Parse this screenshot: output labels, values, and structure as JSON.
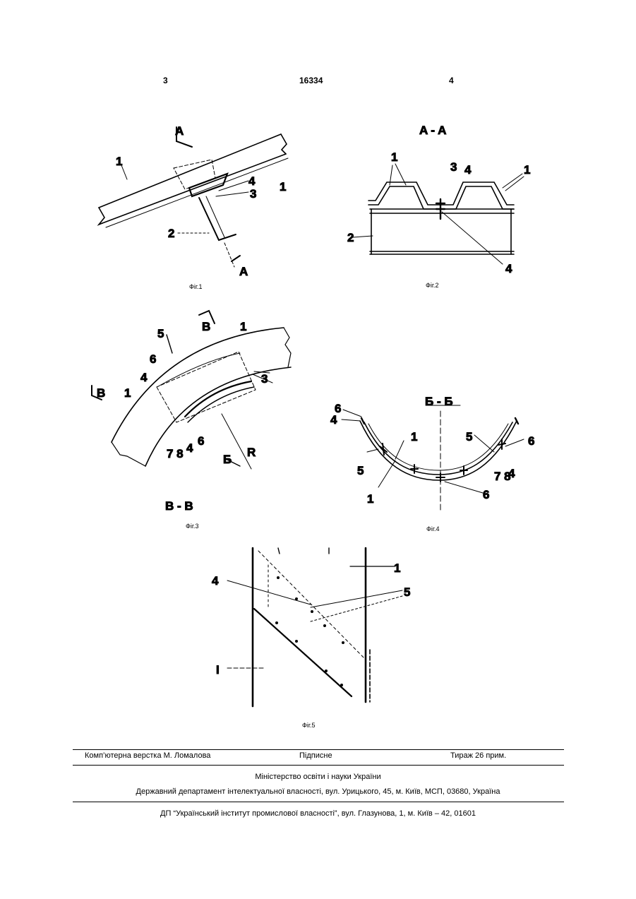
{
  "header": {
    "left_page": "3",
    "patent_number": "16334",
    "right_page": "4"
  },
  "figures": {
    "fig1": {
      "caption": "Фіг.1",
      "section_mark_top": "A",
      "section_mark_bottom": "A",
      "labels": [
        "1",
        "1",
        "2",
        "3",
        "4"
      ]
    },
    "fig2": {
      "caption": "Фіг.2",
      "title": "A - A",
      "labels": [
        "1",
        "3",
        "4",
        "1",
        "2",
        "4"
      ]
    },
    "fig3": {
      "caption": "Фіг.3",
      "title": "В - В",
      "labels": [
        "5",
        "В",
        "1",
        "6",
        "4",
        "3",
        "В",
        "1",
        "7 8",
        "4",
        "6",
        "Б",
        "R"
      ]
    },
    "fig4": {
      "caption": "Фіг.4",
      "title": "Б - Б",
      "labels": [
        "6",
        "4",
        "1",
        "5",
        "6",
        "4",
        "5",
        "7 8",
        "1",
        "6"
      ]
    },
    "fig5": {
      "caption": "Фіг.5",
      "labels": [
        "1",
        "4",
        "5",
        "I"
      ]
    }
  },
  "footer": {
    "layout_by": "Комп’ютерна верстка М. Ломалова",
    "signed": "Підписне",
    "circulation": "Тираж 26 прим.",
    "ministry": "Міністерство освіти і науки України",
    "department": "Державний департамент інтелектуальної власності, вул. Урицького, 45, м. Київ, МСП, 03680, Україна",
    "institute": "ДП “Український інститут промислової власності”, вул. Глазунова, 1, м. Київ – 42, 01601"
  }
}
